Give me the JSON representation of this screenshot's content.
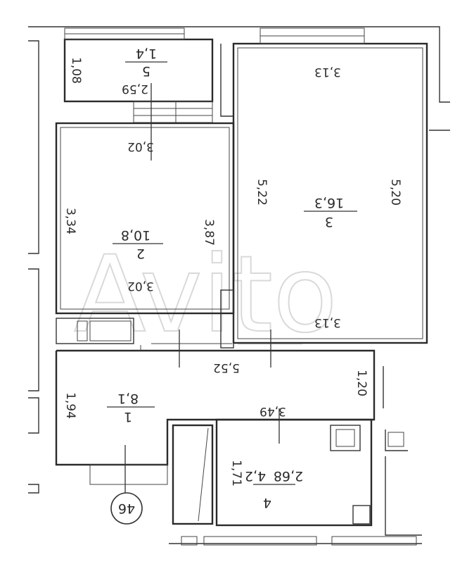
{
  "watermark": "Avito",
  "apartment_number": "46",
  "rooms": [
    {
      "id": "1",
      "area": "8,1"
    },
    {
      "id": "2",
      "area": "10,8"
    },
    {
      "id": "3",
      "area": "16,3"
    },
    {
      "id": "4",
      "area": "4,2"
    },
    {
      "id": "5",
      "area": "1,4"
    }
  ],
  "dimensions": {
    "balcony_width": "2,59",
    "balcony_depth": "1,08",
    "room2_top": "3,02",
    "room2_bottom": "3,02",
    "room2_left": "3,34",
    "room2_right": "3,87",
    "room3_top": "3,13",
    "room3_bottom": "3,13",
    "room3_left": "5,22",
    "room3_right": "5,20",
    "hall_length": "5,52",
    "hall_left": "1,94",
    "hall_right": "1,20",
    "room4_top": "3,49",
    "room4_side": "1,71",
    "room4_width": "2,68"
  }
}
